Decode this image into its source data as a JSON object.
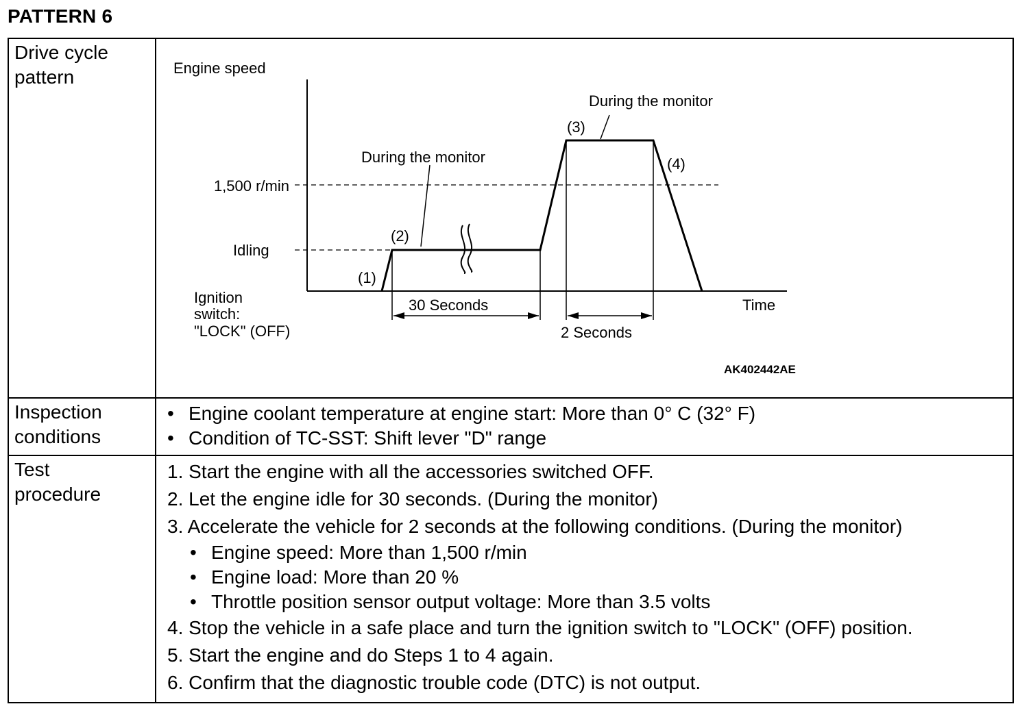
{
  "heading": "PATTERN 6",
  "rows": {
    "diagram": {
      "label_lines": [
        "Drive cycle",
        "pattern"
      ],
      "y_axis_label": "Engine speed",
      "x_axis_label": "Time",
      "level_1500": "1,500 r/min",
      "level_idling": "Idling",
      "ignition_lines": [
        "Ignition",
        "switch:",
        "\"LOCK\" (OFF)"
      ],
      "marker_1": "(1)",
      "marker_2": "(2)",
      "marker_3": "(3)",
      "marker_4": "(4)",
      "monitor_label_a": "During the monitor",
      "monitor_label_b": "During the monitor",
      "duration_30": "30 Seconds",
      "duration_2": "2 Seconds",
      "figure_code": "AK402442AE"
    },
    "conditions": {
      "label_lines": [
        "Inspection",
        "conditions"
      ],
      "items": [
        "Engine coolant temperature at engine start: More than 0° C (32° F)",
        "Condition of TC-SST: Shift lever \"D\" range"
      ],
      "bullet": "•"
    },
    "procedure": {
      "label_lines": [
        "Test",
        "procedure"
      ],
      "steps": [
        "1. Start the engine with all the accessories switched OFF.",
        "2. Let the engine idle for 30 seconds. (During the monitor)",
        "3. Accelerate the vehicle for 2 seconds at the following conditions. (During the monitor)",
        "4. Stop the vehicle in a safe place and turn the ignition switch to \"LOCK\" (OFF) position.",
        "5. Start the engine and do Steps 1 to 4 again.",
        "6. Confirm that the diagnostic trouble code (DTC) is not output."
      ],
      "step3_sub": [
        "Engine speed: More than 1,500 r/min",
        "Engine load: More than 20 %",
        "Throttle position sensor output voltage: More than 3.5 volts"
      ],
      "bullet": "•"
    }
  }
}
